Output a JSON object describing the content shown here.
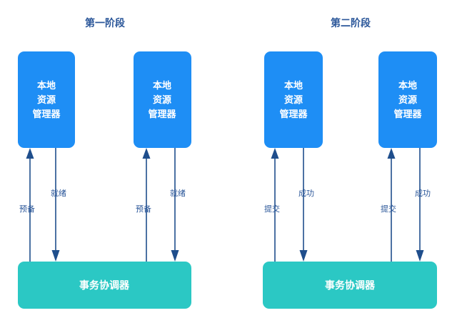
{
  "diagram": {
    "title_phase1": "第一阶段",
    "title_phase2": "第二阶段",
    "colors": {
      "resource_manager_box": "#1e8ef5",
      "coordinator_box": "#2bc8c4",
      "arrow": "#1f4e8c",
      "title_text": "#2a5699",
      "node_text": "#ffffff",
      "background": "#ffffff"
    },
    "phases": [
      {
        "id": "phase-1",
        "title": "第一阶段",
        "coordinator": "事务协调器",
        "branches": [
          {
            "id": "p1-b1",
            "resource_manager": "本地\n资源\n管理器",
            "rm_line1": "本地",
            "rm_line2": "资源",
            "rm_line3": "管理器",
            "up_label": "预备",
            "down_label": "就绪"
          },
          {
            "id": "p1-b2",
            "resource_manager": "本地\n资源\n管理器",
            "rm_line1": "本地",
            "rm_line2": "资源",
            "rm_line3": "管理器",
            "up_label": "预备",
            "down_label": "就绪"
          }
        ]
      },
      {
        "id": "phase-2",
        "title": "第二阶段",
        "coordinator": "事务协调器",
        "branches": [
          {
            "id": "p2-b1",
            "resource_manager": "本地\n资源\n管理器",
            "rm_line1": "本地",
            "rm_line2": "资源",
            "rm_line3": "管理器",
            "up_label": "提交",
            "down_label": "成功"
          },
          {
            "id": "p2-b2",
            "resource_manager": "本地\n资源\n管理器",
            "rm_line1": "本地",
            "rm_line2": "资源",
            "rm_line3": "管理器",
            "up_label": "提交",
            "down_label": "成功"
          }
        ]
      }
    ]
  }
}
